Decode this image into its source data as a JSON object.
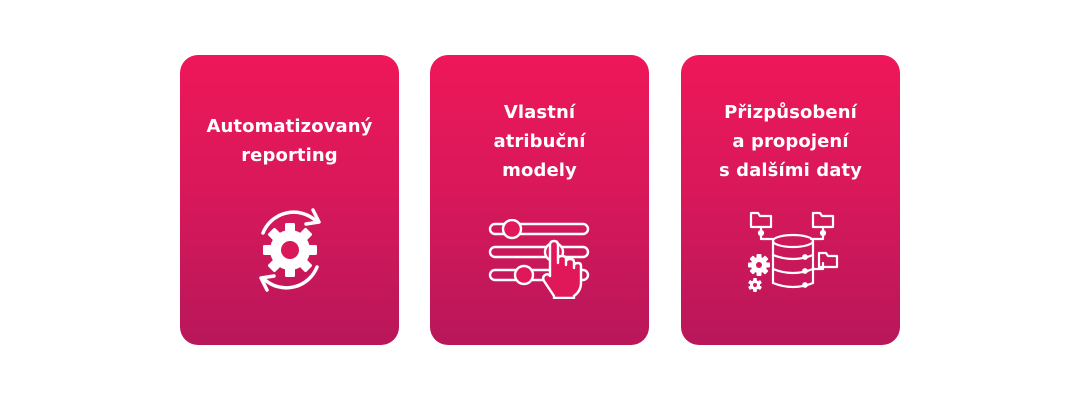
{
  "cards": [
    {
      "title_lines": [
        "Automatizovaný",
        "reporting"
      ],
      "icon": "gear-refresh-icon"
    },
    {
      "title_lines": [
        "Vlastní",
        "atribuční",
        "modely"
      ],
      "icon": "slider-hand-icon"
    },
    {
      "title_lines": [
        "Přizpůsobení",
        "a propojení",
        "s dalšími daty"
      ],
      "icon": "database-folders-icon"
    }
  ],
  "colors": {
    "card_top": "#ee1759",
    "card_bottom": "#b8175a",
    "text": "#ffffff",
    "background": "#ffffff"
  }
}
